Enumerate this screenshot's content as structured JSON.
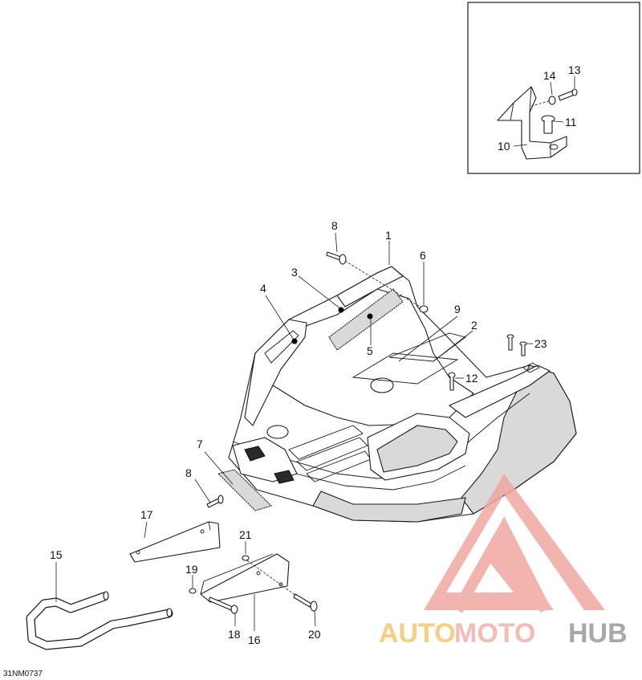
{
  "diagram": {
    "drawing_code": "31NM0737",
    "callouts": [
      {
        "id": "c1",
        "text": "1"
      },
      {
        "id": "c2",
        "text": "2"
      },
      {
        "id": "c3",
        "text": "3"
      },
      {
        "id": "c4",
        "text": "4"
      },
      {
        "id": "c5",
        "text": "5"
      },
      {
        "id": "c6",
        "text": "6"
      },
      {
        "id": "c7",
        "text": "7"
      },
      {
        "id": "c8a",
        "text": "8"
      },
      {
        "id": "c8b",
        "text": "8"
      },
      {
        "id": "c9",
        "text": "9"
      },
      {
        "id": "c10",
        "text": "10"
      },
      {
        "id": "c11",
        "text": "11"
      },
      {
        "id": "c12",
        "text": "12"
      },
      {
        "id": "c13",
        "text": "13"
      },
      {
        "id": "c14",
        "text": "14"
      },
      {
        "id": "c15",
        "text": "15"
      },
      {
        "id": "c16",
        "text": "16"
      },
      {
        "id": "c17",
        "text": "17"
      },
      {
        "id": "c18",
        "text": "18"
      },
      {
        "id": "c19",
        "text": "19"
      },
      {
        "id": "c20",
        "text": "20"
      },
      {
        "id": "c21",
        "text": "21"
      },
      {
        "id": "c23",
        "text": "23"
      }
    ]
  },
  "watermark": {
    "text_auto": "AUTO",
    "text_moto": "MOTO",
    "text_hub": "HUB",
    "color_accent": "#f0a8a0",
    "color_auto": "#f5c76a",
    "color_moto": "#f2b2a8",
    "color_hub": "#9a9a9a"
  }
}
